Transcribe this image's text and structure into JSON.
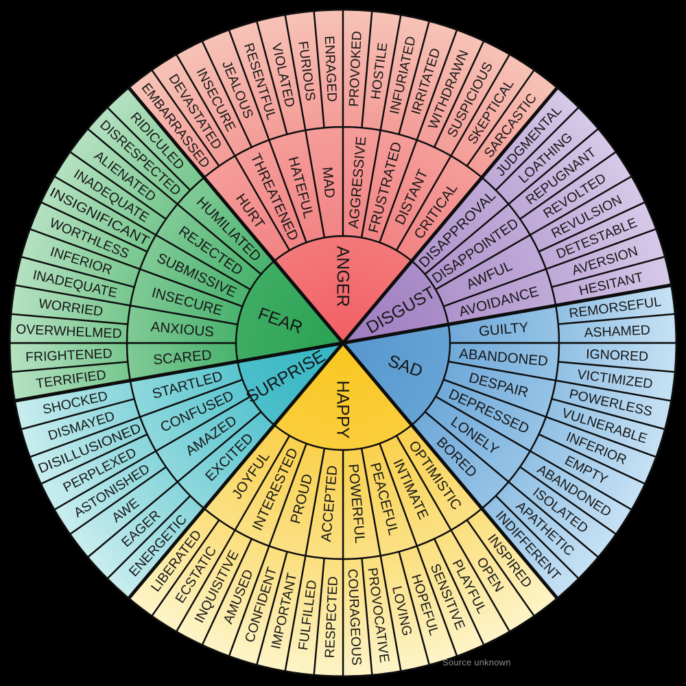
{
  "source_note": "Source unknown",
  "background_color": "#000000",
  "text_color": "#161616",
  "line_color": "#0d0d0d",
  "wheel": {
    "start_angle_deg": -130,
    "sections": [
      {
        "name": "ANGER",
        "colors": {
          "core_center": "#F25F64",
          "core_edge": "#F3797A",
          "mid_inner": "#F28485",
          "mid_outer": "#F59D99",
          "outer_inner": "#F49C97",
          "outer_edge": "#F7C3B7"
        },
        "middle": [
          "HURT",
          "THREATENED",
          "HATEFUL",
          "MAD",
          "AGGRESSIVE",
          "FRUSTRATED",
          "DISTANT",
          "CRITICAL"
        ],
        "outer": [
          "EMBARRASSED",
          "DEVASTATED",
          "INSECURE",
          "JEALOUS",
          "RESENTFUL",
          "VIOLATED",
          "FURIOUS",
          "ENRAGED",
          "PROVOKED",
          "HOSTILE",
          "INFURIATED",
          "IRRITATED",
          "WITHDRAWN",
          "SUSPICIOUS",
          "SKEPTICAL",
          "SARCASTIC"
        ]
      },
      {
        "name": "DISGUST",
        "colors": {
          "core_center": "#9F7DC0",
          "core_edge": "#AB8DC9",
          "mid_inner": "#AF94CC",
          "mid_outer": "#C0AAD8",
          "outer_inner": "#BEA8D7",
          "outer_edge": "#D6C9E8"
        },
        "middle": [
          "DISAPPROVAL",
          "DISAPPOINTED",
          "AWFUL",
          "AVOIDANCE"
        ],
        "outer": [
          "JUDGMENTAL",
          "LOATHING",
          "REPUGNANT",
          "REVOLTED",
          "REVULSION",
          "DETESTABLE",
          "AVERSION",
          "HESITANT"
        ]
      },
      {
        "name": "SAD",
        "colors": {
          "core_center": "#5697CE",
          "core_edge": "#66A3D5",
          "mid_inner": "#70A9D9",
          "mid_outer": "#95C3E6",
          "outer_inner": "#91C0E4",
          "outer_edge": "#C6E1F4"
        },
        "middle": [
          "GUILTY",
          "ABANDONED",
          "DESPAIR",
          "DEPRESSED",
          "LONELY",
          "BORED"
        ],
        "outer": [
          "REMORSEFUL",
          "ASHAMED",
          "IGNORED",
          "VICTIMIZED",
          "POWERLESS",
          "VULNERABLE",
          "INFERIOR",
          "EMPTY",
          "ABANDONED",
          "ISOLATED",
          "APATHETIC",
          "INDIFFERENT"
        ]
      },
      {
        "name": "HAPPY",
        "colors": {
          "core_center": "#F8C81F",
          "core_edge": "#FACD3C",
          "mid_inner": "#FAD14E",
          "mid_outer": "#FBE185",
          "outer_inner": "#FBDF7D",
          "outer_edge": "#FDF4C8"
        },
        "middle": [
          "OPTIMISTIC",
          "INTIMATE",
          "PEACEFUL",
          "POWERFUL",
          "ACCEPTED",
          "PROUD",
          "INTERESTED",
          "JOYFUL"
        ],
        "outer": [
          "INSPIRED",
          "OPEN",
          "PLAYFUL",
          "SENSITIVE",
          "HOPEFUL",
          "LOVING",
          "PROVOCATIVE",
          "COURAGEOUS",
          "RESPECTED",
          "FULFILLED",
          "IMPORTANT",
          "CONFIDENT",
          "AMUSED",
          "INQUISITIVE",
          "ECSTATIC",
          "LIBERATED"
        ]
      },
      {
        "name": "SURPRISE",
        "colors": {
          "core_center": "#33B5C3",
          "core_edge": "#4CBFCA",
          "mid_inner": "#5AC5CF",
          "mid_outer": "#8ED8DD",
          "outer_inner": "#87D5DB",
          "outer_edge": "#C9EDEF"
        },
        "middle": [
          "EXCITED",
          "AMAZED",
          "CONFUSED",
          "STARTLED"
        ],
        "outer": [
          "ENERGETIC",
          "EAGER",
          "AWE",
          "ASTONISHED",
          "PERPLEXED",
          "DISILLUSIONED",
          "DISMAYED",
          "SHOCKED"
        ]
      },
      {
        "name": "FEAR",
        "colors": {
          "core_center": "#2AA254",
          "core_edge": "#3FAC63",
          "mid_inner": "#4AB26E",
          "mid_outer": "#80CA96",
          "outer_inner": "#78C78F",
          "outer_edge": "#B5E1C1"
        },
        "middle": [
          "SCARED",
          "ANXIOUS",
          "INSECURE",
          "SUBMISSIVE",
          "REJECTED",
          "HUMILIATED"
        ],
        "outer": [
          "TERRIFIED",
          "FRIGHTENED",
          "OVERWHELMED",
          "WORRIED",
          "INADEQUATE",
          "INFERIOR",
          "WORTHLESS",
          "INSIGNIFICANT",
          "INADEQUATE",
          "ALIENATED",
          "DISRESPECTED",
          "RIDICULED"
        ]
      }
    ]
  }
}
